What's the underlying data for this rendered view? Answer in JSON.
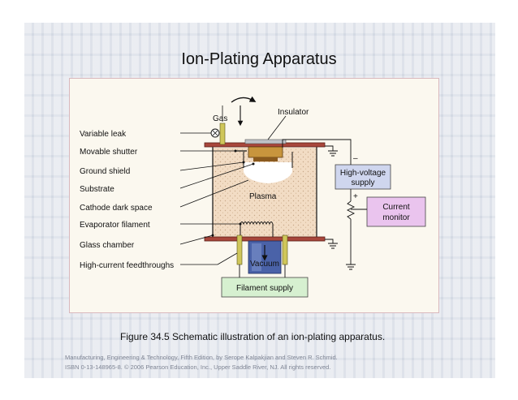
{
  "title": "Ion-Plating Apparatus",
  "labels": {
    "gas": "Gas",
    "insulator": "Insulator",
    "variable_leak": "Variable leak",
    "movable_shutter": "Movable shutter",
    "ground_shield": "Ground shield",
    "substrate": "Substrate",
    "cathode_dark_space": "Cathode dark space",
    "evaporator_filament": "Evaporator filament",
    "glass_chamber": "Glass chamber",
    "high_current_feedthroughs": "High-current feedthroughs",
    "plasma": "Plasma",
    "vacuum": "Vacuum",
    "minus": "–",
    "plus": "+"
  },
  "boxes": {
    "high_voltage_line1": "High-voltage",
    "high_voltage_line2": "supply",
    "current_line1": "Current",
    "current_line2": "monitor",
    "filament_supply": "Filament supply"
  },
  "caption": "Figure 34.5  Schematic illustration of an ion-plating apparatus.",
  "credit_line1": "Manufacturing, Engineering & Technology, Fifth Edition, by Serope Kalpakjian and Steven R. Schmid.",
  "credit_line2": "ISBN 0-13-148965-8. © 2006 Pearson Education, Inc., Upper Saddle River, NJ.  All rights reserved.",
  "colors": {
    "plasma": "#f2dcc4",
    "plate": "#a8463b",
    "hv_box": "#cfd6ee",
    "monitor_box": "#eac4ee",
    "filament_box": "#d6f0d0",
    "substrate": "#c8953d"
  }
}
